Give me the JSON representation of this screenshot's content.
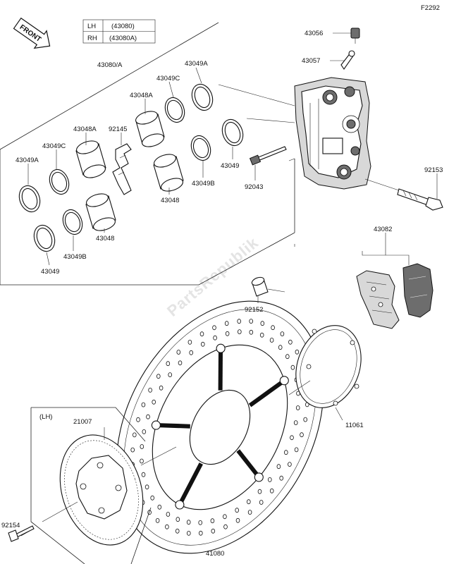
{
  "diagram_code": "F2292",
  "front_badge": "FRONT",
  "watermark": "PartsRepublik",
  "variant_table": [
    {
      "side": "LH",
      "part": "(43080)"
    },
    {
      "side": "RH",
      "part": "(43080A)"
    }
  ],
  "lh_note": "(LH)",
  "labels": {
    "caliper_assy": "43080/A",
    "p43056": "43056",
    "p43057": "43057",
    "p43049A_top": "43049A",
    "p43049C_top": "43049C",
    "p43048A_top": "43048A",
    "p92145": "92145",
    "p43048A_left": "43048A",
    "p43049C_left": "43049C",
    "p43049A_left": "43049A",
    "p43049_right": "43049",
    "p43049B_right": "43049B",
    "p43048_right": "43048",
    "p43048_left": "43048",
    "p43049B_left": "43049B",
    "p43049_left": "43049",
    "p92043": "92043",
    "p92153": "92153",
    "p43082": "43082",
    "p92152": "92152",
    "p11061": "11061",
    "p21007": "21007",
    "p92154": "92154",
    "p41080": "41080"
  },
  "icons": [
    "front-arrow-icon",
    "brake-caliper-icon",
    "brake-disc-icon",
    "brake-pad-icon",
    "abs-sensor-ring-icon",
    "gasket-icon",
    "bolt-icon",
    "piston-icon",
    "seal-ring-icon"
  ]
}
